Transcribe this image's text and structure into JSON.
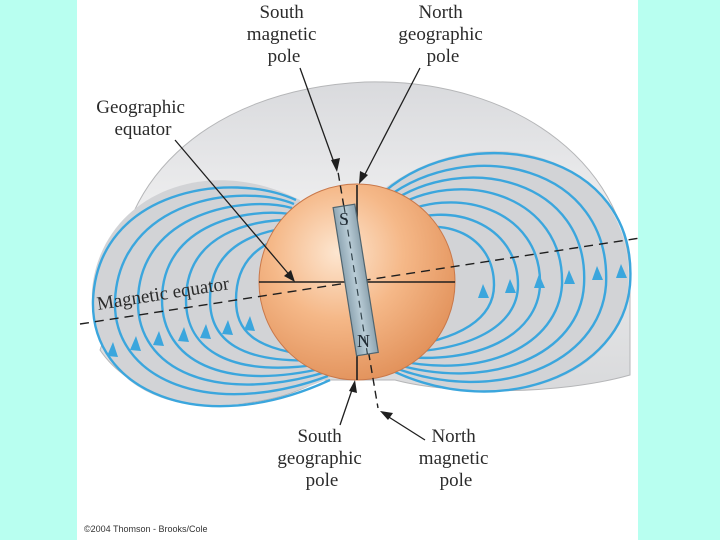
{
  "colors": {
    "background": "#b8fff0",
    "panel": "#ffffff",
    "field_line": "#3ba6dd",
    "sphere": "#f0a46c",
    "magnet": "#9fb6c2",
    "shell": "#c8c9cc"
  },
  "labels": {
    "south_magnetic_pole": [
      "South",
      "magnetic",
      "pole"
    ],
    "north_geographic_pole": [
      "North",
      "geographic",
      "pole"
    ],
    "geographic_equator": [
      "Geographic",
      "equator"
    ],
    "magnetic_equator": "Magnetic equator",
    "south_geographic_pole": [
      "South",
      "geographic",
      "pole"
    ],
    "north_magnetic_pole": [
      "North",
      "magnetic",
      "pole"
    ],
    "magnet_top": "S",
    "magnet_bottom": "N"
  },
  "copyright": "©2004 Thomson - Brooks/Cole"
}
